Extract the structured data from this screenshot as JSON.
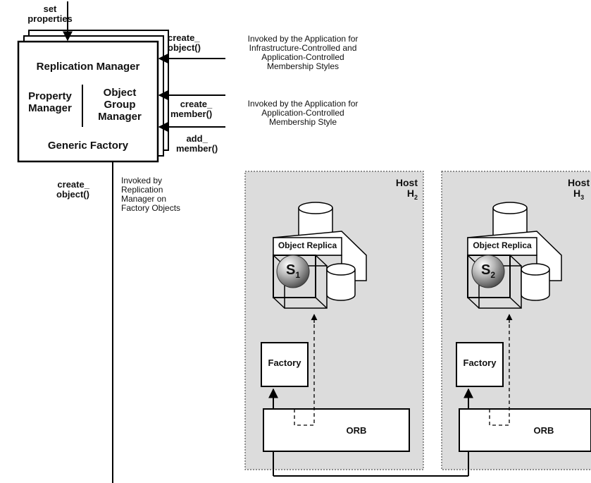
{
  "replication_manager": {
    "title": "Replication Manager",
    "property_manager": [
      "Property",
      "Manager"
    ],
    "object_group_manager": [
      "Object",
      "Group",
      "Manager"
    ],
    "generic_factory": "Generic Factory"
  },
  "operations": {
    "set_properties": [
      "set",
      "properties"
    ],
    "create_object": [
      "create_",
      "object()"
    ],
    "create_member": [
      "create_",
      "member()"
    ],
    "add_member": [
      "add_",
      "member()"
    ],
    "create_object_factory": [
      "create_",
      "object()"
    ]
  },
  "annotations": {
    "infra_controlled": [
      "Invoked by the Application for",
      "Infrastructure-Controlled and",
      "Application-Controlled",
      "Membership Styles"
    ],
    "app_controlled": [
      "Invoked by the Application for",
      "Application-Controlled",
      "Membership Style"
    ],
    "factory_invocation": [
      "Invoked by",
      "Replication",
      "Manager on",
      "Factory Objects"
    ]
  },
  "hosts": [
    {
      "label": "Host",
      "subscript_base": "H",
      "subscript": "2",
      "replica_label": "Object Replica",
      "server_base": "S",
      "server_sub": "1",
      "factory_label": "Factory",
      "orb_label": "ORB"
    },
    {
      "label": "Host",
      "subscript_base": "H",
      "subscript": "3",
      "replica_label": "Object Replica",
      "server_base": "S",
      "server_sub": "2",
      "factory_label": "Factory",
      "orb_label": "ORB"
    }
  ],
  "colors": {
    "host_fill": "#dcdcdc",
    "line": "#000000",
    "background": "#ffffff"
  }
}
